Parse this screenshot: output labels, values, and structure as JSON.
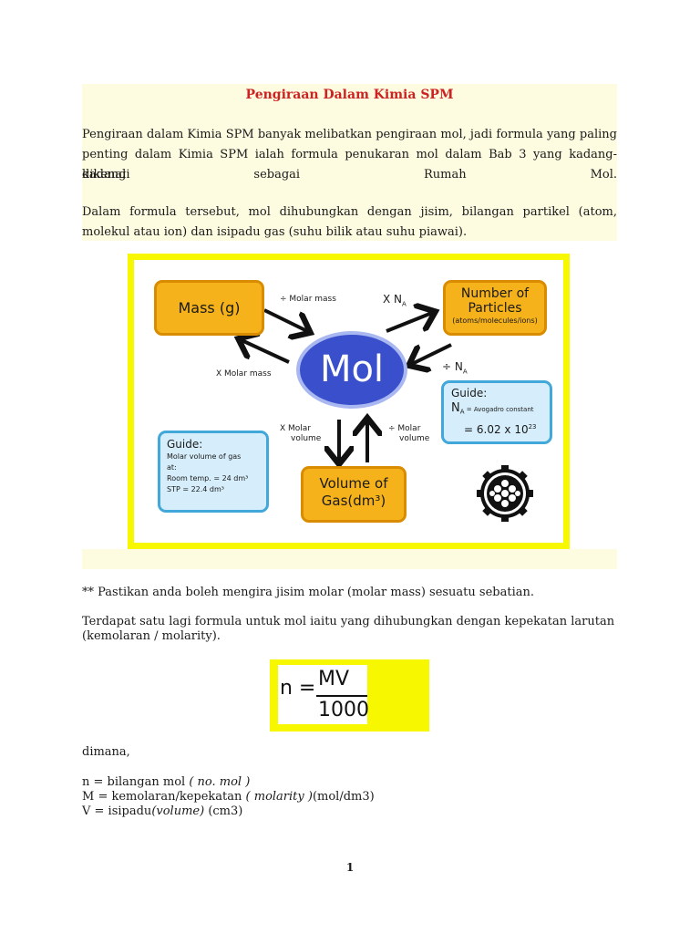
{
  "doc": {
    "title": "Pengiraan Dalam Kimia SPM",
    "para1": "Pengiraan dalam Kimia SPM banyak melibatkan pengiraan mol, jadi formula yang paling penting dalam Kimia SPM ialah formula penukaran mol dalam Bab 3 yang kadang-kadang",
    "para1_last": [
      "dikenali",
      "sebagai",
      "Rumah",
      "Mol."
    ],
    "para2": "Dalam formula tersebut, mol dihubungkan dengan jisim, bilangan partikel (atom, molekul atau ion) dan isipadu gas (suhu bilik atau suhu piawai).",
    "note": "** Pastikan anda boleh mengira jisim molar (molar mass) sesuatu sebatian.",
    "para3_line1": "Terdapat satu lagi formula untuk mol iaitu yang dihubungkan dengan kepekatan larutan",
    "para3_line2": "(kemolaran / molarity).",
    "dimana": "dimana,",
    "defs": {
      "n_prefix": "n = bilangan mol",
      "n_italic": "( no. mol )",
      "m_prefix": "M = kemolaran/kepekatan",
      "m_italic": "( molarity )",
      "m_suffix": "(mol/dm3)",
      "v_prefix": "V = isipadu",
      "v_italic": "(volume)",
      "v_suffix": " (cm3)"
    },
    "page_number": "1"
  },
  "diagram": {
    "mass_box": "Mass (g)",
    "particles_line1": "Number of",
    "particles_line2": "Particles",
    "particles_sub": "(atoms/molecules/ions)",
    "mol": "Mol",
    "volume_line1": "Volume of",
    "volume_line2": "Gas(dm³)",
    "div_molar_mass": "÷ Molar mass",
    "x_molar_mass": "X Molar mass",
    "x_na": "X N",
    "div_na": "÷ N",
    "na_sub": "A",
    "x_molar_volume_1": "X Molar",
    "x_molar_volume_2": "volume",
    "div_molar_volume_1": "÷ Molar",
    "div_molar_volume_2": "volume",
    "guide_right_title": "Guide:",
    "guide_right_na": "N",
    "guide_right_na_sub": "A",
    "guide_right_desc": "= Avogadro constant",
    "guide_right_value": "= 6.02 x 10",
    "guide_right_exp": "23",
    "guide_left_title": "Guide:",
    "guide_left_l1": "Molar volume of gas",
    "guide_left_l2": "at:",
    "guide_left_l3": "Room temp. = 24 dm³",
    "guide_left_l4": "STP = 22.4 dm³"
  },
  "formula": {
    "lhs": "n =",
    "numerator": "MV",
    "denominator": "1000"
  },
  "colors": {
    "title": "#cc2222",
    "band": "#fdfbe0",
    "yellow": "#f7f700",
    "orange_box": "#f5b21a",
    "blue_box": "#d6eefb",
    "mol_fill": "#3a4fcc"
  }
}
